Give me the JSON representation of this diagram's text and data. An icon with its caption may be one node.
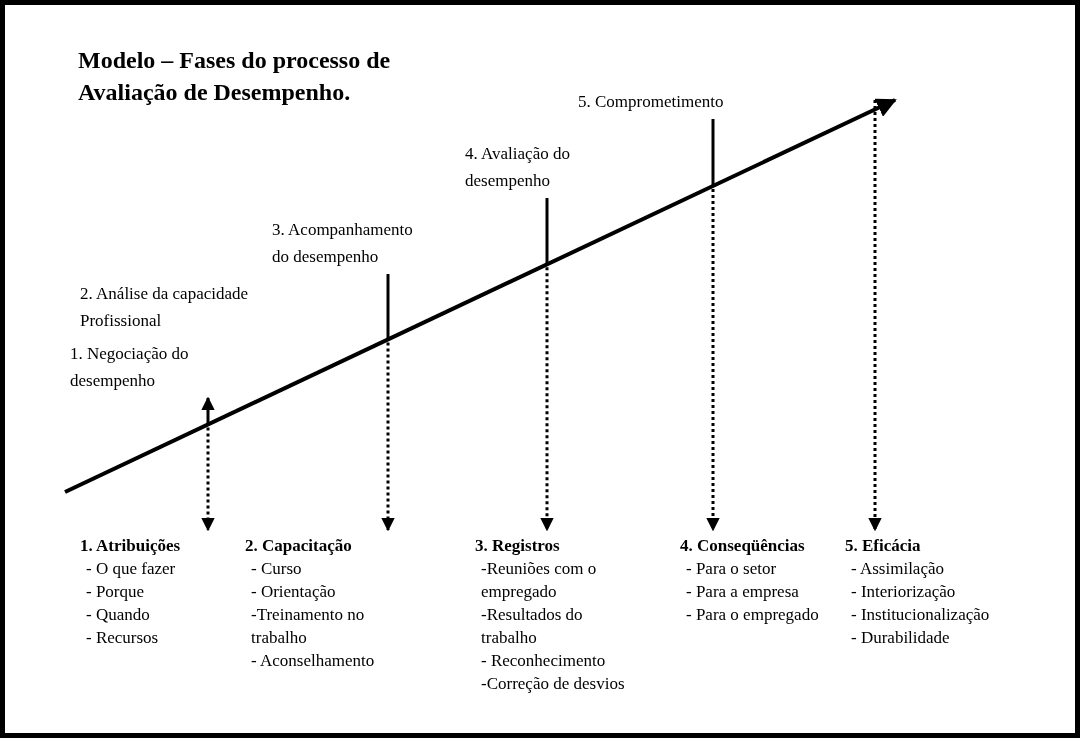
{
  "diagram": {
    "title": "Modelo – Fases do processo de Avaliação de Desempenho.",
    "nodes": [
      {
        "text": [
          "1. Negociação do desempenho"
        ]
      },
      {
        "text": [
          "2. Análise da capacidade Profissional"
        ]
      },
      {
        "text": [
          "3. Acompanhamento do desempenho"
        ]
      },
      {
        "text": [
          "4. Avaliação do desempenho"
        ]
      },
      {
        "text": [
          "5. Comprometimento"
        ]
      },
      {
        "text": [
          "1. Atribuições",
          "- O que fazer",
          "- Porque",
          "- Quando",
          "- Recursos"
        ]
      },
      {
        "text": [
          "2. Capacitação",
          "- Curso",
          "- Orientação",
          "-Treinamento no trabalho",
          "- Aconselhamento"
        ]
      },
      {
        "text": [
          "3. Registros",
          "-Reuniões com o empregado",
          "-Resultados do trabalho",
          "- Reconhecimento",
          "-Correção de desvios"
        ]
      },
      {
        "text": [
          "4. Conseqüências",
          "- Para o setor",
          "- Para a empresa",
          "- Para o empregado"
        ]
      },
      {
        "text": [
          "5. Eficácia",
          "- Assimilação",
          "- Interiorização",
          "- Institucionalização",
          "- Durabilidade"
        ]
      }
    ],
    "edges": [
      {
        "from": null,
        "to": 0,
        "arrow": "to"
      },
      {
        "from": null,
        "to": 2,
        "arrow": "none"
      },
      {
        "from": null,
        "to": 3,
        "arrow": "none"
      },
      {
        "from": null,
        "to": 4,
        "arrow": "none"
      },
      {
        "from": null,
        "to": 5,
        "arrow": "to",
        "style": "dashed"
      },
      {
        "from": null,
        "to": 6,
        "arrow": "to",
        "style": "dashed"
      },
      {
        "from": null,
        "to": 7,
        "arrow": "to",
        "style": "dashed"
      },
      {
        "from": null,
        "to": 8,
        "arrow": "to",
        "style": "dashed"
      },
      {
        "from": null,
        "to": 9,
        "arrow": "to",
        "style": "dashed"
      }
    ]
  }
}
